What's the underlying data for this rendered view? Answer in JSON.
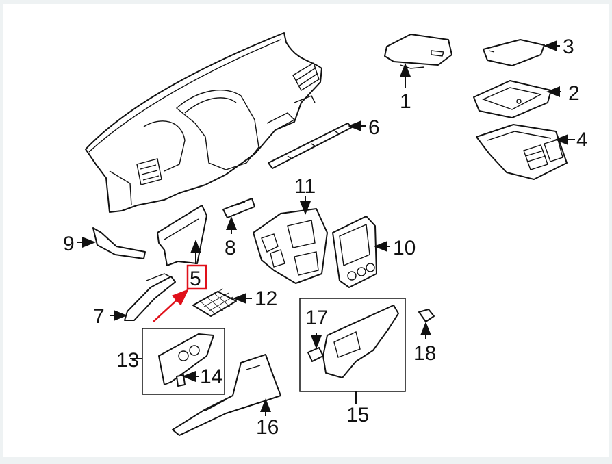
{
  "callouts": {
    "c1": "1",
    "c2": "2",
    "c3": "3",
    "c4": "4",
    "c5": "5",
    "c6": "6",
    "c7": "7",
    "c8": "8",
    "c9": "9",
    "c10": "10",
    "c11": "11",
    "c12": "12",
    "c13": "13",
    "c14": "14",
    "c15": "15",
    "c16": "16",
    "c17": "17",
    "c18": "18"
  },
  "highlight": {
    "callout": "5",
    "color": "#e0101a"
  },
  "colors": {
    "line": "#111111",
    "background": "#ffffff",
    "frame": "#eef2f3"
  }
}
